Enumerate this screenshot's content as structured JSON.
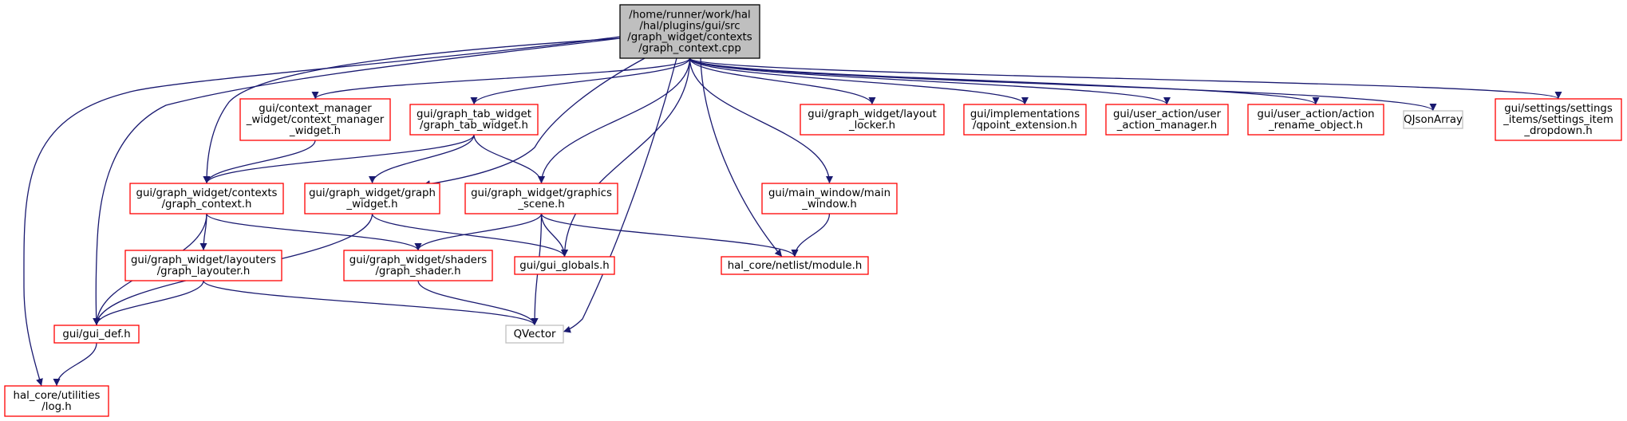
{
  "colors": {
    "edge": "#191970",
    "root_fill": "#bfbfbf",
    "root_border": "#000000",
    "file_border": "#ff0000",
    "external_border": "#bfbfbf",
    "node_fill": "#ffffff",
    "text": "#000000"
  },
  "nodes": [
    {
      "id": "root",
      "kind": "root",
      "lines": [
        "/home/runner/work/hal",
        "/hal/plugins/gui/src",
        "/graph_widget/contexts",
        "/graph_context.cpp"
      ]
    },
    {
      "id": "ctxmgr",
      "kind": "file",
      "lines": [
        "gui/context_manager",
        "_widget/context_manager",
        "_widget.h"
      ]
    },
    {
      "id": "tabw",
      "kind": "file",
      "lines": [
        "gui/graph_tab_widget",
        "/graph_tab_widget.h"
      ]
    },
    {
      "id": "locker",
      "kind": "file",
      "lines": [
        "gui/graph_widget/layout",
        "_locker.h"
      ]
    },
    {
      "id": "qpoint",
      "kind": "file",
      "lines": [
        "gui/implementations",
        "/qpoint_extension.h"
      ]
    },
    {
      "id": "uam",
      "kind": "file",
      "lines": [
        "gui/user_action/user",
        "_action_manager.h"
      ]
    },
    {
      "id": "rename",
      "kind": "file",
      "lines": [
        "gui/user_action/action",
        "_rename_object.h"
      ]
    },
    {
      "id": "qjson",
      "kind": "external",
      "lines": [
        "QJsonArray"
      ]
    },
    {
      "id": "settings",
      "kind": "file",
      "lines": [
        "gui/settings/settings",
        "_items/settings_item",
        "_dropdown.h"
      ]
    },
    {
      "id": "gctx",
      "kind": "file",
      "lines": [
        "gui/graph_widget/contexts",
        "/graph_context.h"
      ]
    },
    {
      "id": "gwidget",
      "kind": "file",
      "lines": [
        "gui/graph_widget/graph",
        "_widget.h"
      ]
    },
    {
      "id": "gscene",
      "kind": "file",
      "lines": [
        "gui/graph_widget/graphics",
        "_scene.h"
      ]
    },
    {
      "id": "mainwin",
      "kind": "file",
      "lines": [
        "gui/main_window/main",
        "_window.h"
      ]
    },
    {
      "id": "layouter",
      "kind": "file",
      "lines": [
        "gui/graph_widget/layouters",
        "/graph_layouter.h"
      ]
    },
    {
      "id": "shader",
      "kind": "file",
      "lines": [
        "gui/graph_widget/shaders",
        "/graph_shader.h"
      ]
    },
    {
      "id": "globals",
      "kind": "file",
      "lines": [
        "gui/gui_globals.h"
      ]
    },
    {
      "id": "module",
      "kind": "file",
      "lines": [
        "hal_core/netlist/module.h"
      ]
    },
    {
      "id": "guidef",
      "kind": "file",
      "lines": [
        "gui/gui_def.h"
      ]
    },
    {
      "id": "qvector",
      "kind": "external",
      "lines": [
        "QVector"
      ]
    },
    {
      "id": "log",
      "kind": "file",
      "lines": [
        "hal_core/utilities",
        "/log.h"
      ]
    }
  ],
  "edges": [
    [
      "root",
      "ctxmgr"
    ],
    [
      "root",
      "tabw"
    ],
    [
      "root",
      "locker"
    ],
    [
      "root",
      "qpoint"
    ],
    [
      "root",
      "uam"
    ],
    [
      "root",
      "rename"
    ],
    [
      "root",
      "qjson"
    ],
    [
      "root",
      "settings"
    ],
    [
      "root",
      "gctx"
    ],
    [
      "root",
      "gwidget"
    ],
    [
      "root",
      "gscene"
    ],
    [
      "root",
      "mainwin"
    ],
    [
      "root",
      "globals"
    ],
    [
      "root",
      "module"
    ],
    [
      "root",
      "guidef"
    ],
    [
      "root",
      "qvector"
    ],
    [
      "root",
      "log"
    ],
    [
      "ctxmgr",
      "gctx"
    ],
    [
      "tabw",
      "gctx"
    ],
    [
      "tabw",
      "gwidget"
    ],
    [
      "tabw",
      "gscene"
    ],
    [
      "gctx",
      "layouter"
    ],
    [
      "gctx",
      "shader"
    ],
    [
      "gctx",
      "guidef"
    ],
    [
      "gwidget",
      "globals"
    ],
    [
      "gwidget",
      "guidef"
    ],
    [
      "gscene",
      "shader"
    ],
    [
      "gscene",
      "globals"
    ],
    [
      "gscene",
      "module"
    ],
    [
      "gscene",
      "qvector"
    ],
    [
      "mainwin",
      "module"
    ],
    [
      "layouter",
      "guidef"
    ],
    [
      "layouter",
      "qvector"
    ],
    [
      "shader",
      "qvector"
    ],
    [
      "guidef",
      "log"
    ]
  ]
}
